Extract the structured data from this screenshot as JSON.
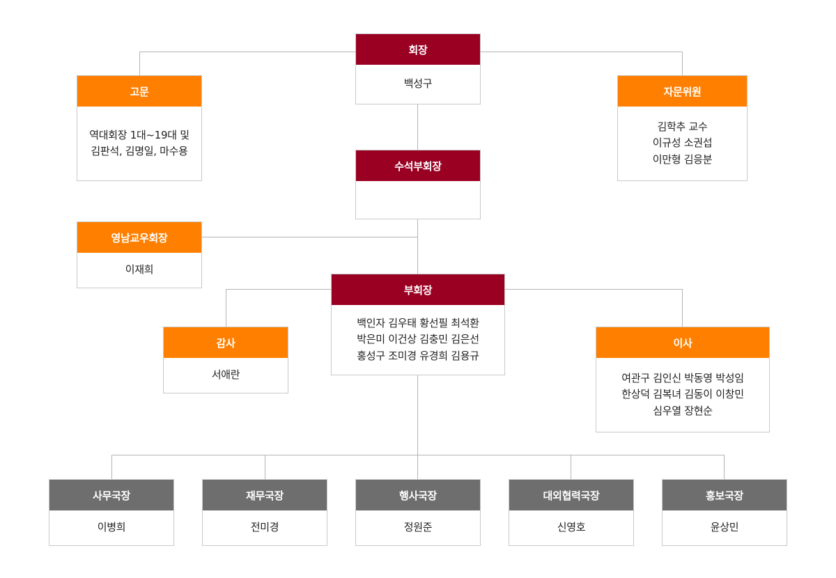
{
  "colors": {
    "primary": "#990022",
    "accent": "#ff7f00",
    "muted": "#6e6e6e",
    "line": "#b3b3b3",
    "box_border": "#c9c9c9",
    "box_bg": "#ffffff",
    "head_text": "#ffffff",
    "body_text": "#222222",
    "page_bg": "#ffffff"
  },
  "chart": {
    "type": "org-chart",
    "title": "",
    "nodes": {
      "president": {
        "title": "회장",
        "members": "백성구",
        "style": "primary",
        "level": 0
      },
      "advisor": {
        "title": "고문",
        "members": "역대회장 1대~19대 및\n김판석, 김명일, 마수용",
        "style": "accent",
        "level": 1
      },
      "advisory_committee": {
        "title": "자문위원",
        "members": "김학추 교수\n이규성 소권섭\n이만형 김응분",
        "style": "accent",
        "level": 1
      },
      "senior_vice_president": {
        "title": "수석부회장",
        "members": "",
        "style": "primary",
        "level": 1
      },
      "yeongnam_alumni_president": {
        "title": "영남교우회장",
        "members": "이재희",
        "style": "accent",
        "level": 2
      },
      "vice_president": {
        "title": "부회장",
        "members": "백인자 김우태 황선필 최석환\n박은미 이건상 김충민 김은선\n홍성구 조미경 유경희 김용규",
        "style": "primary",
        "level": 2
      },
      "auditor": {
        "title": "감사",
        "members": "서애란",
        "style": "accent",
        "level": 3
      },
      "director": {
        "title": "이사",
        "members": "여관구 김인신 박동영 박성임\n한상덕 김복녀 김동이 이창민\n심우열 장현순",
        "style": "accent",
        "level": 3
      }
    },
    "bureaus": [
      {
        "title": "사무국장",
        "members": "이병희",
        "style": "muted"
      },
      {
        "title": "재무국장",
        "members": "전미경",
        "style": "muted"
      },
      {
        "title": "행사국장",
        "members": "정원준",
        "style": "muted"
      },
      {
        "title": "대외협력국장",
        "members": "신영호",
        "style": "muted"
      },
      {
        "title": "홍보국장",
        "members": "윤상민",
        "style": "muted"
      }
    ]
  }
}
